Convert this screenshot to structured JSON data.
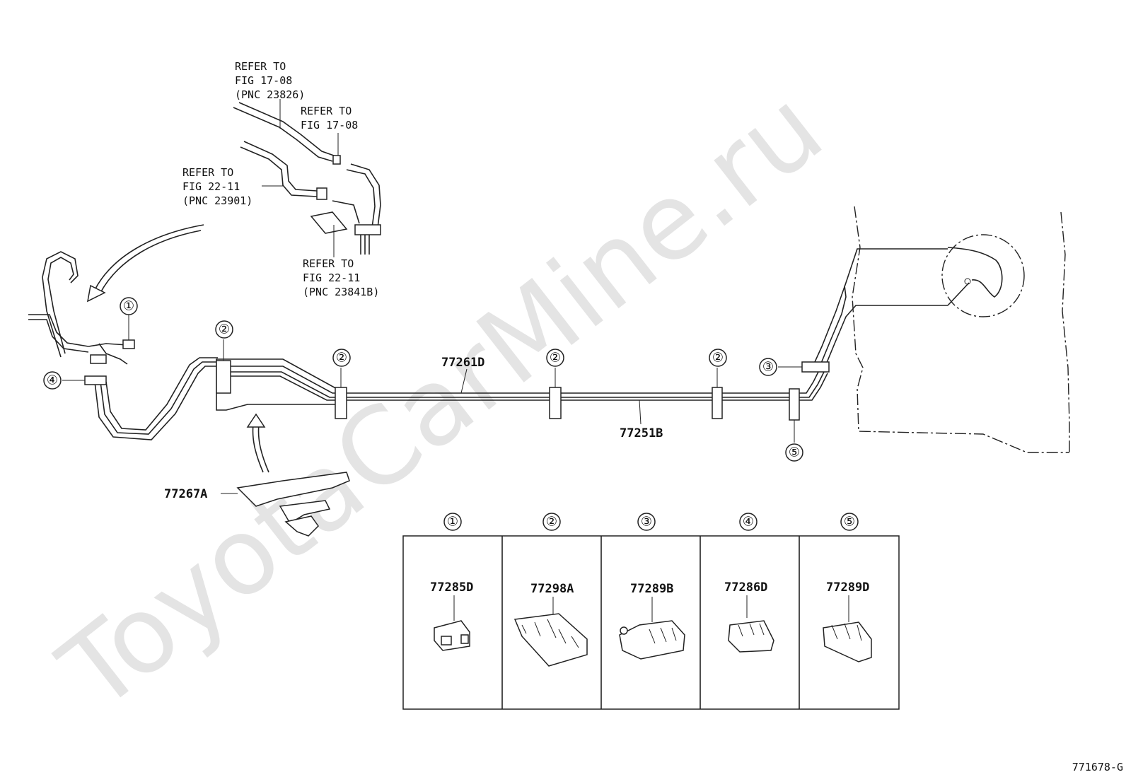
{
  "watermark": "ToyotaCarMine.ru",
  "figure_code": "771678-G",
  "references": [
    {
      "line1": "REFER TO",
      "line2": "FIG 17-08",
      "line3": "(PNC 23826)"
    },
    {
      "line1": "REFER TO",
      "line2": "FIG 17-08",
      "line3": ""
    },
    {
      "line1": "REFER TO",
      "line2": "FIG 22-11",
      "line3": "(PNC 23901)"
    },
    {
      "line1": "REFER TO",
      "line2": "FIG 22-11",
      "line3": "(PNC 23841B)"
    }
  ],
  "part_numbers": {
    "main_upper": "77261D",
    "main_lower": "77251B",
    "protector": "77267A"
  },
  "callouts": [
    "①",
    "②",
    "③",
    "④",
    "⑤"
  ],
  "legend": [
    {
      "num": "①",
      "part": "77285D"
    },
    {
      "num": "②",
      "part": "77298A"
    },
    {
      "num": "③",
      "part": "77289B"
    },
    {
      "num": "④",
      "part": "77286D"
    },
    {
      "num": "⑤",
      "part": "77289D"
    }
  ]
}
